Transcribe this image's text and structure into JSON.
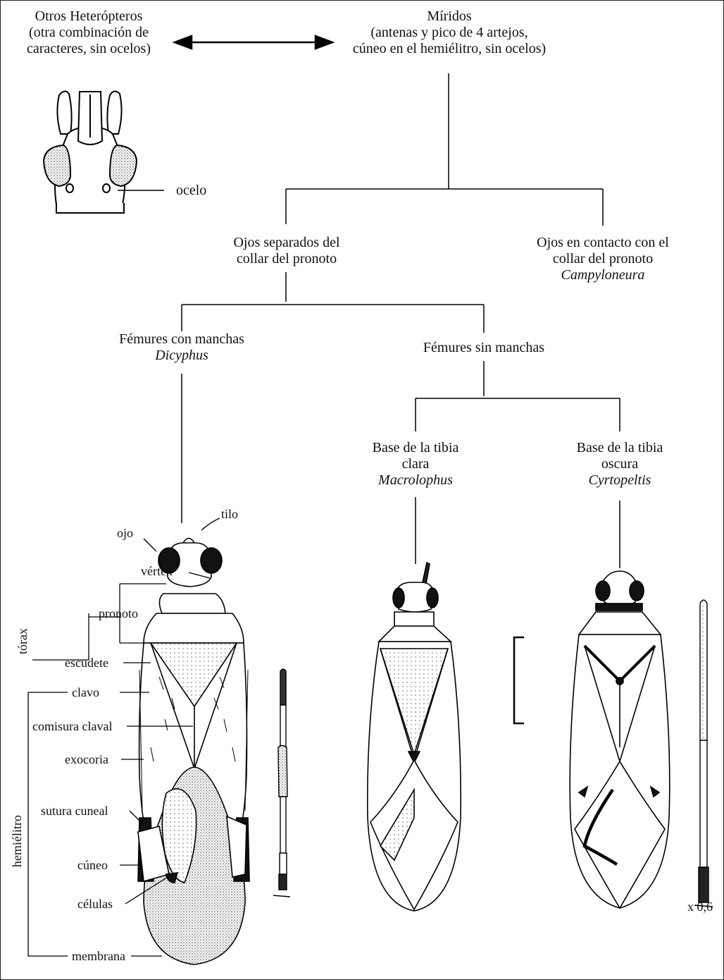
{
  "nodes": {
    "otros": {
      "title": "Otros Heterópteros",
      "desc1": "(otra combinación de",
      "desc2": "caracteres, sin ocelos)"
    },
    "miridos": {
      "title": "Míridos",
      "desc1": "(antenas y pico de 4 artejos,",
      "desc2": "cúneo en el hemiélitro, sin ocelos)"
    },
    "ojos_sep": {
      "line1": "Ojos separados del",
      "line2": "collar del pronoto"
    },
    "ojos_cont": {
      "line1": "Ojos en contacto con el",
      "line2": "collar del pronoto",
      "genus": "Campyloneura"
    },
    "fem_con": {
      "line1": "Fémures con manchas",
      "genus": "Dicyphus"
    },
    "fem_sin": {
      "line1": "Fémures sin manchas"
    },
    "tibia_clara": {
      "line1": "Base de la tibia",
      "line2": "clara",
      "genus": "Macrolophus"
    },
    "tibia_oscura": {
      "line1": "Base de la tibia",
      "line2": "oscura",
      "genus": "Cyrtopeltis"
    }
  },
  "labels": {
    "ocelo": "ocelo",
    "tilo": "tilo",
    "ojo": "ojo",
    "vertex": "vértex",
    "pronoto": "pronoto",
    "torax": "tórax",
    "escudete": "escudete",
    "clavo": "clavo",
    "comisura": "comisura claval",
    "exocoria": "exocoria",
    "sutura": "sutura cuneal",
    "cuneo": "cúneo",
    "celulas": "células",
    "membrana": "membrana",
    "hemielitro": "hemiélitro",
    "scale": "x 0,6"
  },
  "icons": [
    "double-arrow-icon",
    "heteroptera-head-icon",
    "dicyphus-icon",
    "macrolophus-icon",
    "cyrtopeltis-icon",
    "antenna-icon"
  ]
}
